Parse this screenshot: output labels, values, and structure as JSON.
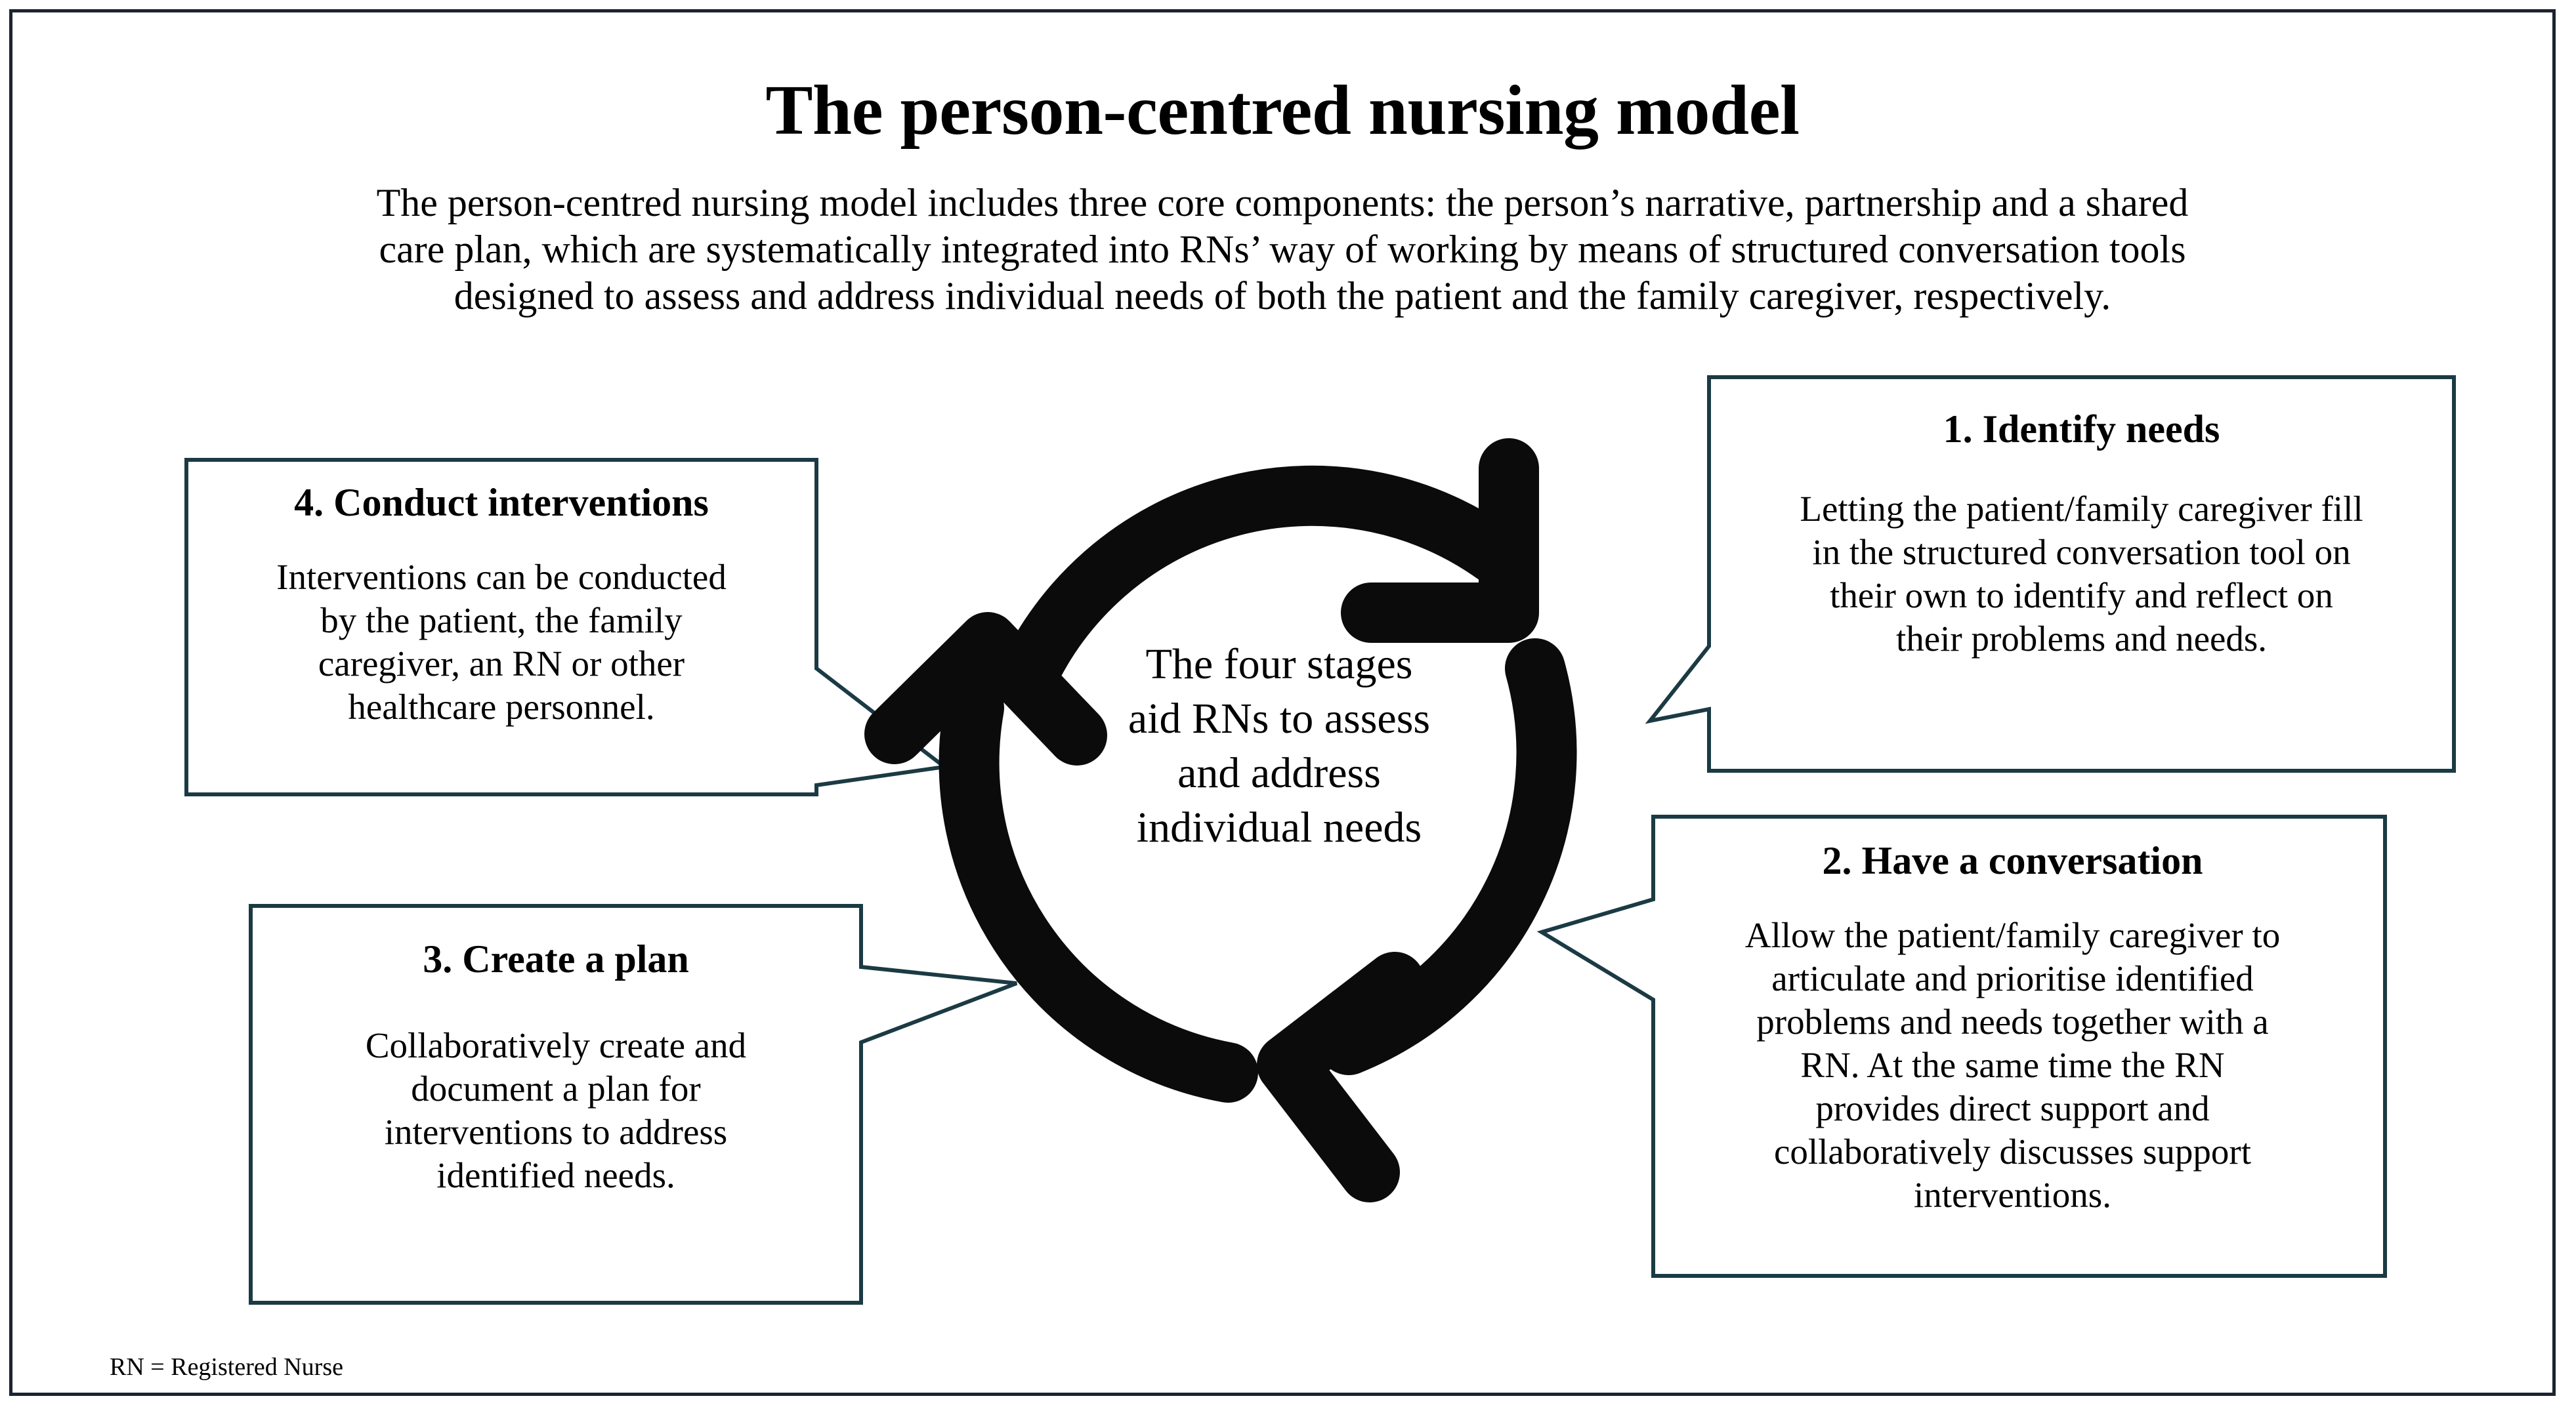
{
  "figure": {
    "title": "The person-centred nursing model",
    "intro_lines": [
      "The person-centred nursing model includes three core components: the person’s narrative, partnership and a shared",
      "care plan, which are systematically integrated into RNs’ way of working by means of structured conversation tools",
      "designed to assess and address individual needs of both the patient and the family caregiver, respectively."
    ],
    "footnote": "RN = Registered Nurse",
    "colors": {
      "frame_border": "#1b2430",
      "box_border": "#1b3a44",
      "arrow_fill": "#0b0b0b",
      "text": "#000000",
      "background": "#ffffff"
    }
  },
  "centre": {
    "lines": [
      "The four stages",
      "aid RNs to assess",
      "and address",
      "individual needs"
    ]
  },
  "stages": [
    {
      "id": "identify-needs",
      "number": "1.",
      "heading": "1. Identify needs",
      "body": "Letting the patient/family caregiver fill in the structured conversation tool on their own to identify and reflect on their problems and needs.",
      "body_lines": [
        "Letting the patient/family caregiver fill",
        "in the structured conversation tool on",
        "their own to identify and reflect on",
        "their problems and needs."
      ]
    },
    {
      "id": "have-a-conversation",
      "number": "2.",
      "heading": "2. Have a conversation",
      "body": "Allow the patient/family caregiver to articulate and prioritise identified problems and needs together with a RN. At the same time the RN provides direct support and collaboratively discusses support interventions.",
      "body_lines": [
        "Allow the patient/family caregiver to",
        "articulate and prioritise identified",
        "problems and needs together with a",
        "RN. At the same time the RN",
        "provides direct support and",
        "collaboratively discusses support",
        "interventions."
      ]
    },
    {
      "id": "create-a-plan",
      "number": "3.",
      "heading": "3. Create a plan",
      "body": "Collaboratively create and document a plan for interventions to address identified needs.",
      "body_lines": [
        "Collaboratively create and",
        "document a plan for",
        "interventions to address",
        "identified needs."
      ]
    },
    {
      "id": "conduct-interventions",
      "number": "4.",
      "heading": "4. Conduct interventions",
      "body": "Interventions can be conducted by the patient, the family caregiver, an RN or other healthcare personnel.",
      "body_lines": [
        "Interventions can be conducted",
        "by the patient, the family",
        "caregiver, an RN or other",
        "healthcare personnel."
      ]
    }
  ],
  "cycle": {
    "direction": "clockwise",
    "arrow_count": 3,
    "arrow_labels": [
      "arc-arrow-top",
      "arc-arrow-right",
      "arc-arrow-left"
    ]
  }
}
